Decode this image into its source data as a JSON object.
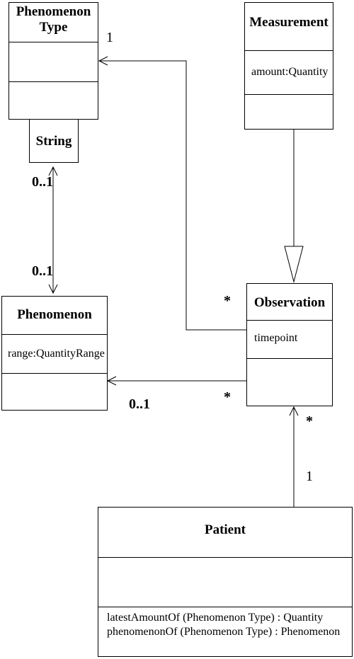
{
  "classes": {
    "phenomenon_type": {
      "name_line1": "Phenomenon",
      "name_line2": "Type"
    },
    "string": {
      "name": "String"
    },
    "measurement": {
      "name": "Measurement",
      "attribute": "amount:Quantity"
    },
    "phenomenon": {
      "name": "Phenomenon",
      "attribute": "range:QuantityRange"
    },
    "observation": {
      "name": "Observation",
      "attribute": "timepoint"
    },
    "patient": {
      "name": "Patient",
      "operation1": "latestAmountOf (Phenomenon Type) : Quantity",
      "operation2": "phenomenonOf (Phenomenon Type) : Phenomenon"
    }
  },
  "multiplicities": {
    "type_one": "1",
    "string_upper": "0..1",
    "string_lower": "0..1",
    "obs_to_type": "*",
    "obs_to_phenomenon": "*",
    "phenomenon_end": "0..1",
    "obs_to_patient": "*",
    "patient_end": "1"
  }
}
